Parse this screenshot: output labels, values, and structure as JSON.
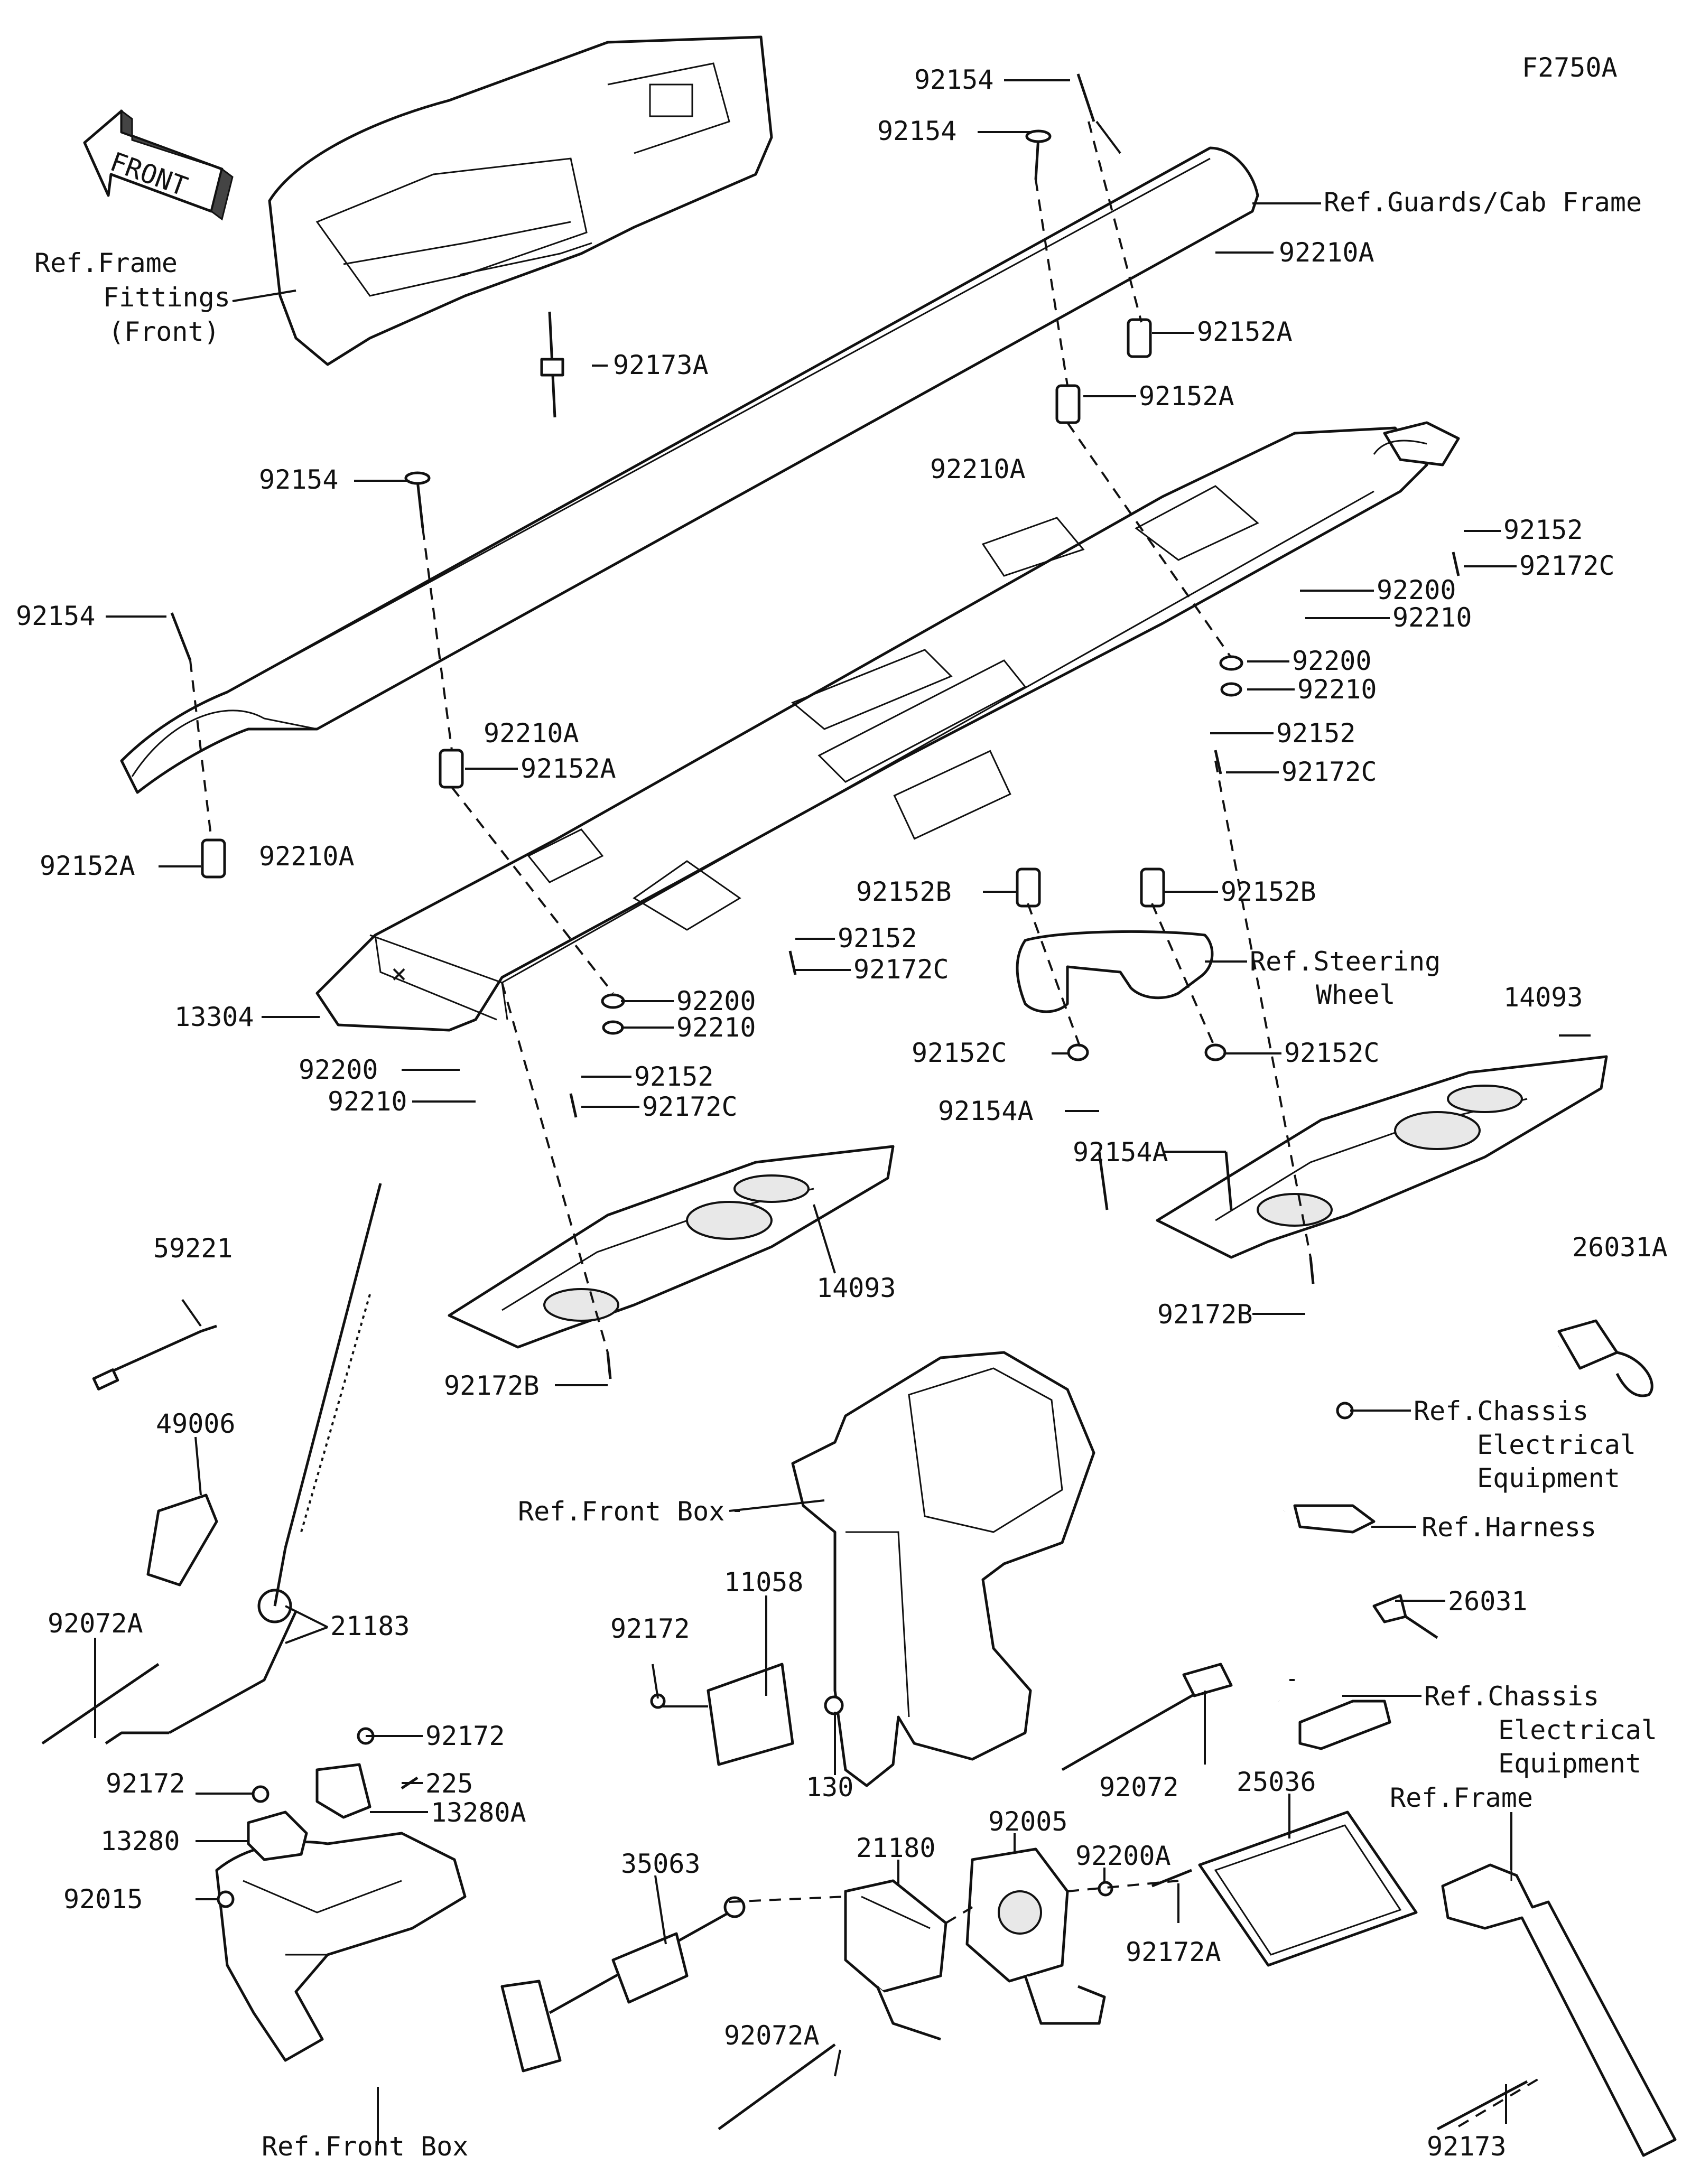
{
  "diagram_code": "F2750A",
  "front_label": "FRONT",
  "labels": {
    "p92154_a": "92154",
    "p92154_b": "92154",
    "p92154_c": "92154",
    "p92154_d": "92154",
    "ref_guards": "Ref.Guards/Cab Frame",
    "p92210A_a": "92210A",
    "p92210A_b": "92210A",
    "p92210A_c": "92210A",
    "p92210A_d": "92210A",
    "p92152A_a": "92152A",
    "p92152A_b": "92152A",
    "p92152A_c": "92152A",
    "p92152A_d": "92152A",
    "ref_frame_fittings_1": "Ref.Frame",
    "ref_frame_fittings_2": "Fittings",
    "ref_frame_fittings_3": "(Front)",
    "p92173A": "92173A",
    "p92152_a": "92152",
    "p92152_b": "92152",
    "p92152_c": "92152",
    "p92152_d": "92152",
    "p92172C_a": "92172C",
    "p92172C_b": "92172C",
    "p92172C_c": "92172C",
    "p92172C_d": "92172C",
    "p92200_a": "92200",
    "p92200_b": "92200",
    "p92200_c": "92200",
    "p92200_d": "92200",
    "p92210_a": "92210",
    "p92210_b": "92210",
    "p92210_c": "92210",
    "p92210_d": "92210",
    "p13304": "13304",
    "p92152B_a": "92152B",
    "p92152B_b": "92152B",
    "ref_steering_1": "Ref.Steering",
    "ref_steering_2": "Wheel",
    "p92152C_a": "92152C",
    "p92152C_b": "92152C",
    "p92154A_a": "92154A",
    "p92154A_b": "92154A",
    "p14093_a": "14093",
    "p14093_b": "14093",
    "p59221": "59221",
    "p92172B_a": "92172B",
    "p92172B_b": "92172B",
    "p26031A": "26031A",
    "p49006": "49006",
    "ref_chassis_a1": "Ref.Chassis",
    "ref_chassis_a2": "Electrical",
    "ref_chassis_a3": "Equipment",
    "ref_front_box_a": "Ref.Front Box",
    "ref_harness": "Ref.Harness",
    "p11058": "11058",
    "p92072A_a": "92072A",
    "p92072A_b": "92072A",
    "p21183": "21183",
    "p26031": "26031",
    "p92172_a": "92172",
    "p92172_b": "92172",
    "p92172_c": "92172",
    "ref_chassis_b1": "Ref.Chassis",
    "ref_chassis_b2": "Electrical",
    "ref_chassis_b3": "Equipment",
    "p225": "225",
    "p13280A": "13280A",
    "p130": "130",
    "p92072": "92072",
    "p25036": "25036",
    "p13280": "13280",
    "ref_frame": "Ref.Frame",
    "p92005": "92005",
    "p21180": "21180",
    "p92015": "92015",
    "p35063": "35063",
    "p92200A": "92200A",
    "p92172A": "92172A",
    "p92173": "92173",
    "ref_front_box_b": "Ref.Front Box"
  }
}
